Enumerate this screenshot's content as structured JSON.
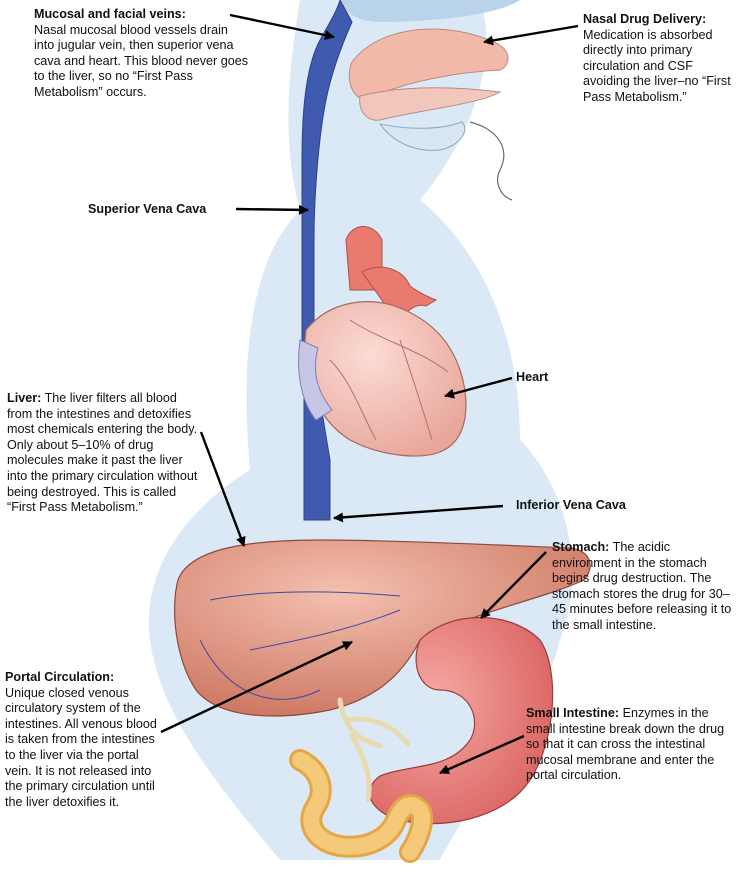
{
  "labels": {
    "mucosal": {
      "title": "Mucosal and facial veins:",
      "body": "Nasal mucosal blood vessels drain into jugular vein, then superior vena cava and heart. This blood never goes to the liver, so no “First Pass Metabolism” occurs."
    },
    "nasal": {
      "title": "Nasal Drug Delivery:",
      "body": "Medication is absorbed directly into primary circulation and CSF avoiding the liver–no “First Pass Metabolism.”"
    },
    "svc": {
      "title": "Superior Vena Cava"
    },
    "heart": {
      "title": "Heart"
    },
    "liver": {
      "title": "Liver:",
      "body": "The liver filters all blood from the intestines and detoxifies most chemicals entering the body. Only about 5–10% of drug molecules make it past the liver into the primary circulation without being destroyed. This is called “First Pass Metabolism.”"
    },
    "ivc": {
      "title": "Inferior Vena Cava"
    },
    "stomach": {
      "title": "Stomach:",
      "body": "The acidic environment in the stomach begins drug destruction. The stomach stores the drug for 30–45 minutes before releasing it to the small intestine."
    },
    "portal": {
      "title": "Portal Circulation:",
      "body": "Unique closed venous circulatory system of the intestines. All venous blood is taken from the intestines to the liver via the portal vein. It is not released into the primary circulation until the liver detoxifies it."
    },
    "intestine": {
      "title": "Small Intestine:",
      "body": "Enzymes in the small intestine break down the drug so that it can cross the intestinal mucosal membrane and enter the portal circulation."
    }
  }
}
